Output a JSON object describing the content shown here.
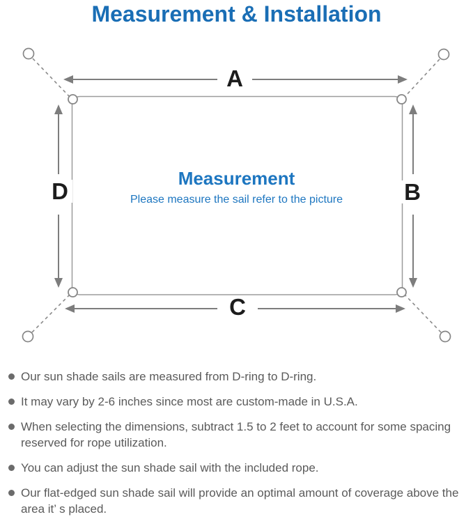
{
  "title": "Measurement & Installation",
  "colors": {
    "title_blue": "#1a6eb5",
    "center_text_blue": "#1d76c0",
    "body_text_gray": "#5a5a5a",
    "diagram_line_gray": "#7d7d7d"
  },
  "diagram": {
    "dimension_labels": {
      "top": "A",
      "right": "B",
      "bottom": "C",
      "left": "D"
    },
    "center_heading": "Measurement",
    "center_subtitle": "Please measure the sail refer to the picture"
  },
  "notes": [
    "Our sun shade sails are measured from D-ring to D-ring.",
    "It may vary by 2-6 inches since most are custom-made in U.S.A.",
    "When selecting the dimensions, subtract 1.5 to 2 feet to account for some spacing reserved for rope utilization.",
    "You can adjust the sun shade sail with the included rope.",
    "Our flat-edged sun shade sail will provide an optimal amount of coverage above the area it’ s placed."
  ]
}
